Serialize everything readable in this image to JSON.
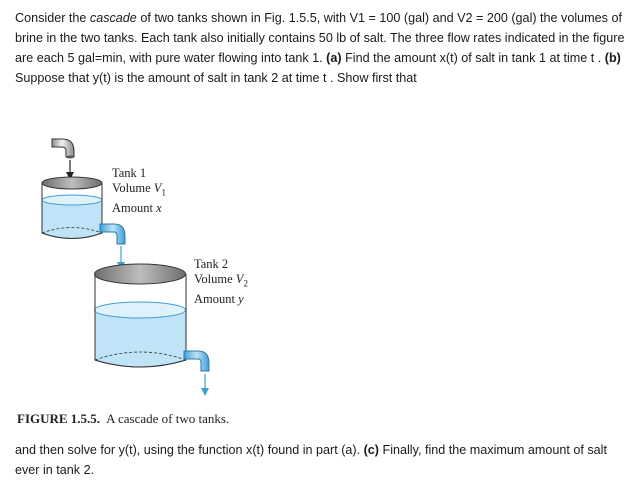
{
  "problem": {
    "p1_a": "Consider the ",
    "p1_cascade": "cascade",
    "p1_b": " of two tanks shown in Fig. 1.5.5, with V1 = 100 (gal) and V2 = 200 (gal) the volumes of brine in the two tanks. Each tank also initially contains 50 lb of salt. The three flow rates indicated in the figure are each 5 gal=min, with pure water flowing into tank 1. ",
    "part_a": "(a)",
    "p1_c": " Find the amount x(t) of salt in tank 1 at time t . ",
    "part_b": "(b)",
    "p1_d": " Suppose that y(t) is the amount of salt in tank 2 at time t . Show first that",
    "p2_a": "and then solve for y(t), using the function x(t) found in part (a). ",
    "part_c": "(c)",
    "p2_b": " Finally, find the maximum amount of salt ever in tank 2."
  },
  "figure": {
    "tank1": {
      "line1": "Tank 1",
      "line2_prefix": "Volume ",
      "line2_var": "V",
      "line2_sub": "1",
      "line3_prefix": "Amount ",
      "line3_var": "x"
    },
    "tank2": {
      "line1": "Tank 2",
      "line2_prefix": "Volume ",
      "line2_var": "V",
      "line2_sub": "2",
      "line3_prefix": "Amount ",
      "line3_var": "y"
    },
    "caption_num": "FIGURE 1.5.5.",
    "caption_text": "A cascade of two tanks."
  },
  "colors": {
    "water": "#bfe3f7",
    "water_edge": "#3f9fd6",
    "arrow": "#3f9fd6"
  }
}
